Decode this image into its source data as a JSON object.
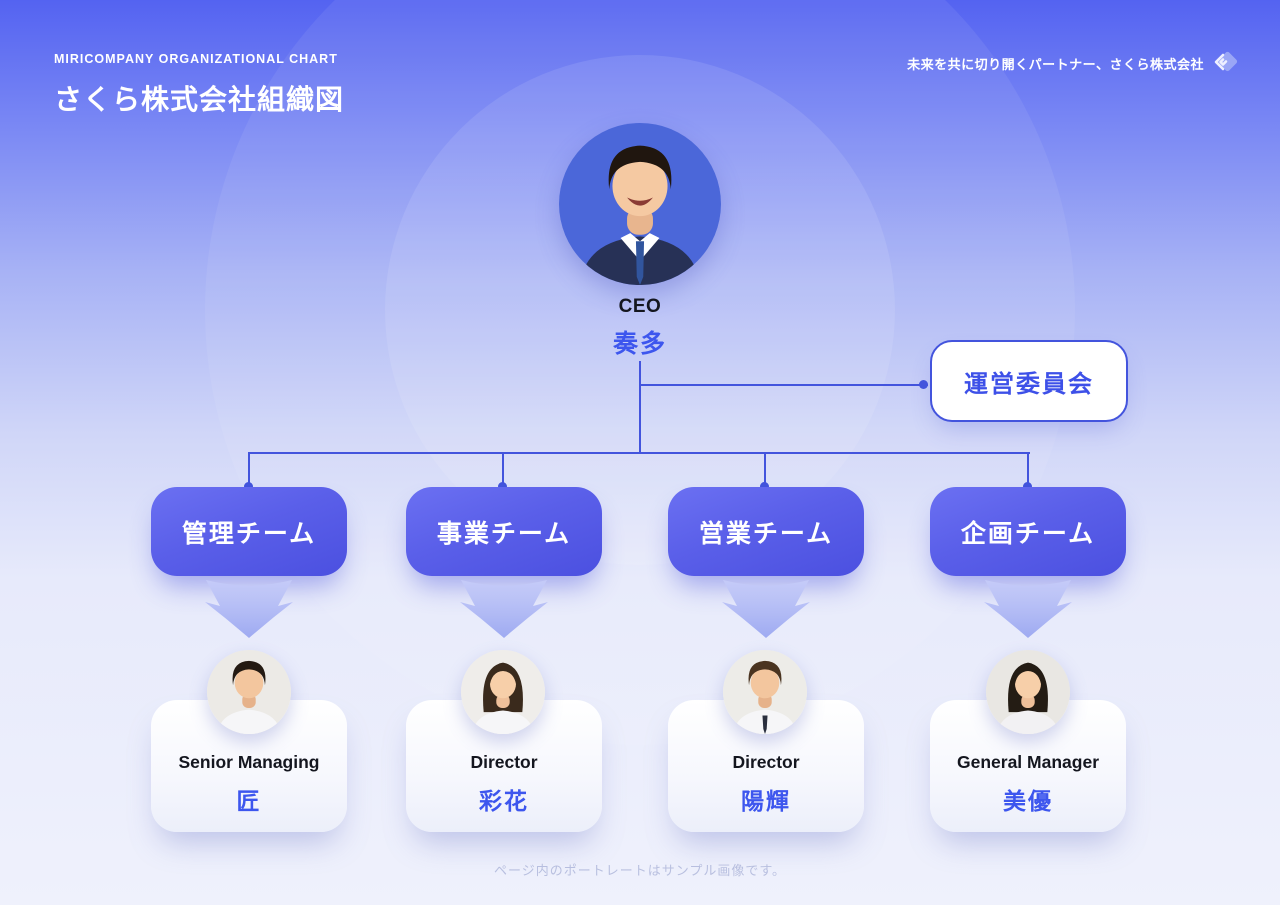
{
  "header": {
    "eyebrow": "MIRICOMPANY ORGANIZATIONAL CHART",
    "title": "さくら株式会社組織図",
    "tagline": "未来を共に切り開くパートナー、さくら株式会社"
  },
  "ceo": {
    "title": "CEO",
    "name": "奏多"
  },
  "committee": {
    "label": "運営委員会"
  },
  "teams": [
    {
      "label": "管理チーム"
    },
    {
      "label": "事業チーム"
    },
    {
      "label": "営業チーム"
    },
    {
      "label": "企画チーム"
    }
  ],
  "members": [
    {
      "role": "Senior Managing",
      "name": "匠"
    },
    {
      "role": "Director",
      "name": "彩花"
    },
    {
      "role": "Director",
      "name": "陽輝"
    },
    {
      "role": "General Manager",
      "name": "美優"
    }
  ],
  "footer": {
    "note": "ページ内のポートレートはサンプル画像です。"
  },
  "icons": {
    "logo": "diamond-logo-icon",
    "arrow": "down-arrow-icon"
  },
  "colors": {
    "accent_line": "#4354dd",
    "name_text": "#3d56ee",
    "team_box_top": "#6b70f2",
    "team_box_bottom": "#4b50e0",
    "bg_top": "#5463f1",
    "bg_bottom": "#eff1fc",
    "title_text": "#ffffff",
    "role_text": "#14161f"
  }
}
